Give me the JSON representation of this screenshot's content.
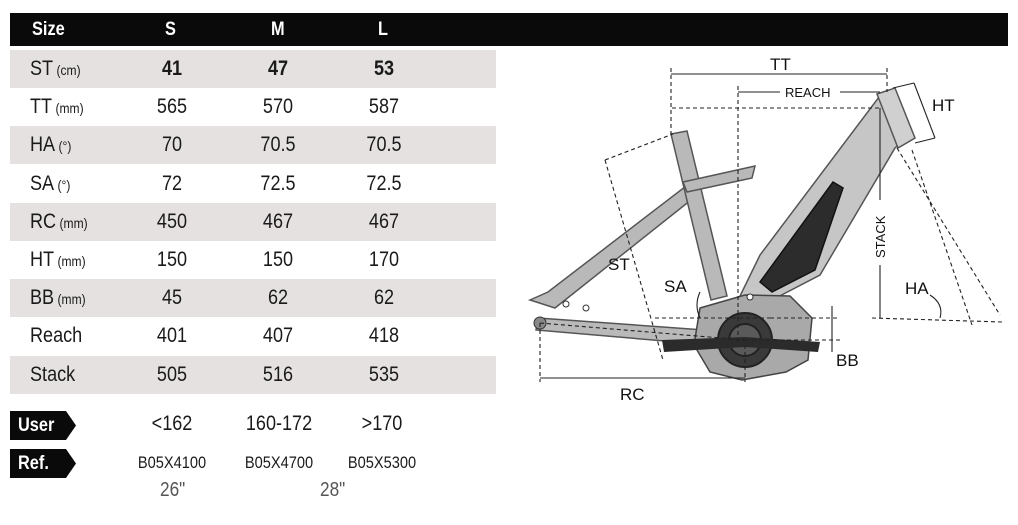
{
  "table": {
    "header": {
      "size": "Size",
      "s": "S",
      "m": "M",
      "l": "L"
    },
    "rows": [
      {
        "label": "ST",
        "unit": "(cm)",
        "s": "41",
        "m": "47",
        "l": "53"
      },
      {
        "label": "TT",
        "unit": "(mm)",
        "s": "565",
        "m": "570",
        "l": "587"
      },
      {
        "label": "HA",
        "unit": "(°)",
        "s": "70",
        "m": "70.5",
        "l": "70.5"
      },
      {
        "label": "SA",
        "unit": "(°)",
        "s": "72",
        "m": "72.5",
        "l": "72.5"
      },
      {
        "label": "RC",
        "unit": "(mm)",
        "s": "450",
        "m": "467",
        "l": "467"
      },
      {
        "label": "HT",
        "unit": "(mm)",
        "s": "150",
        "m": "150",
        "l": "170"
      },
      {
        "label": "BB",
        "unit": "(mm)",
        "s": "45",
        "m": "62",
        "l": "62"
      },
      {
        "label": "Reach",
        "unit": "",
        "s": "401",
        "m": "407",
        "l": "418"
      },
      {
        "label": "Stack",
        "unit": "",
        "s": "505",
        "m": "516",
        "l": "535"
      }
    ]
  },
  "user": {
    "label": "User",
    "s": "<162",
    "m": "160-172",
    "l": ">170"
  },
  "ref": {
    "label": "Ref.",
    "s": "B05X4100",
    "m": "B05X4700",
    "l": "B05X5300",
    "wheel_s": "26\"",
    "wheel_ml": "28\""
  },
  "diagram": {
    "labels": {
      "tt": "TT",
      "reach": "REACH",
      "ht": "HT",
      "st": "ST",
      "sa": "SA",
      "stack": "STACK",
      "ha": "HA",
      "bb": "BB",
      "rc": "RC"
    }
  },
  "colors": {
    "header_bg": "#0a0a0a",
    "row_shade": "#e5e1e1",
    "frame": "#b9b9b9"
  }
}
